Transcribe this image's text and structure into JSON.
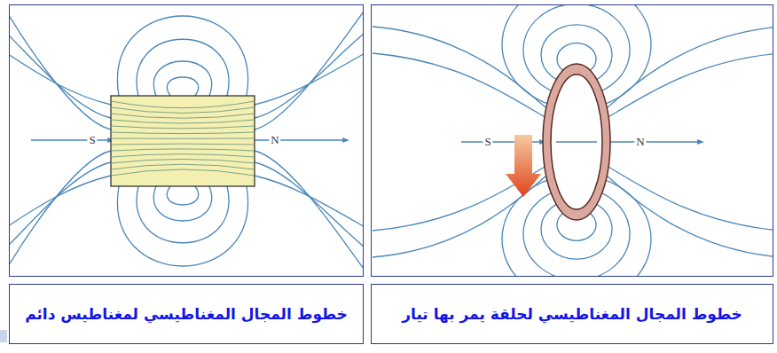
{
  "diagram": {
    "nodes": [
      {
        "text": [
          "خطوط المجال المغناطيسي لحلقة يمر بها تيار"
        ]
      },
      {
        "text": [
          "خطوط المجال المغناطيسي لمغناطيس دائم"
        ]
      }
    ],
    "labels": [
      "S",
      "N",
      "S",
      "N"
    ]
  }
}
